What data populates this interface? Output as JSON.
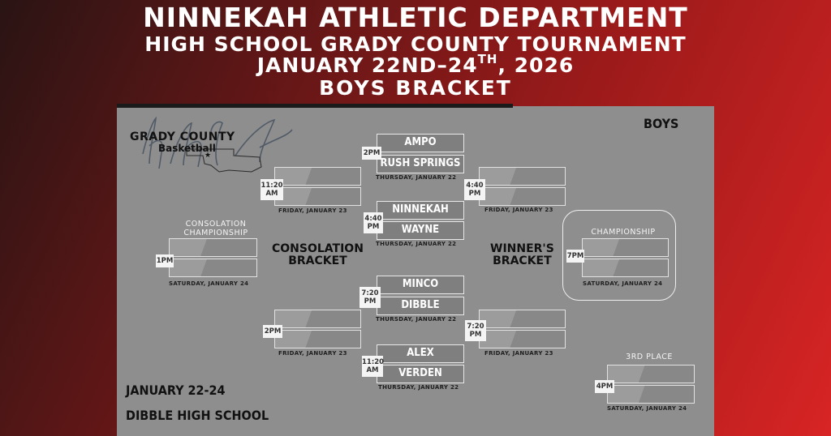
{
  "header": {
    "line1": "NINNEKAH ATHLETIC DEPARTMENT",
    "line2": "HIGH SCHOOL GRADY COUNTY TOURNAMENT",
    "line3_main": "JANUARY 22ND–24",
    "line3_sup": "TH",
    "line3_tail": ", 2026",
    "line4": "BOYS BRACKET"
  },
  "logo": {
    "line1": "GRADY COUNTY",
    "line2": "Basketball",
    "star": "★"
  },
  "division": "BOYS",
  "footer": {
    "dates": "JANUARY 22-24",
    "location": "DIBBLE HIGH SCHOOL"
  },
  "labels": {
    "consolation_bracket": [
      "CONSOLATION",
      "BRACKET"
    ],
    "winners_bracket": [
      "WINNER'S",
      "BRACKET"
    ],
    "consolation_championship": [
      "CONSOLATION",
      "CHAMPIONSHIP"
    ],
    "championship": "CHAMPIONSHIP",
    "third_place": "3RD PLACE"
  },
  "first_round": [
    {
      "time": [
        "2PM"
      ],
      "top": "AMPO",
      "bottom": "RUSH SPRINGS",
      "date": "THURSDAY, JANUARY 22"
    },
    {
      "time": [
        "4:40",
        "PM"
      ],
      "top": "NINNEKAH",
      "bottom": "WAYNE",
      "date": "THURSDAY, JANUARY 22"
    },
    {
      "time": [
        "7:20",
        "PM"
      ],
      "top": "MINCO",
      "bottom": "DIBBLE",
      "date": "THURSDAY, JANUARY 22"
    },
    {
      "time": [
        "11:20",
        "AM"
      ],
      "top": "ALEX",
      "bottom": "VERDEN",
      "date": "THURSDAY, JANUARY 22"
    }
  ],
  "consolation_semis": [
    {
      "time": [
        "11:20",
        "AM"
      ],
      "date": "FRIDAY, JANUARY 23"
    },
    {
      "time": [
        "2PM"
      ],
      "date": "FRIDAY, JANUARY 23"
    }
  ],
  "winner_semis": [
    {
      "time": [
        "4:40",
        "PM"
      ],
      "date": "FRIDAY, JANUARY 23"
    },
    {
      "time": [
        "7:20",
        "PM"
      ],
      "date": "FRIDAY, JANUARY 23"
    }
  ],
  "consolation_final": {
    "time": [
      "1PM"
    ],
    "date": "SATURDAY, JANUARY 24"
  },
  "championship_game": {
    "time": [
      "7PM"
    ],
    "date": "SATURDAY, JANUARY 24"
  },
  "third_place_game": {
    "time": [
      "4PM"
    ],
    "date": "SATURDAY, JANUARY 24"
  }
}
